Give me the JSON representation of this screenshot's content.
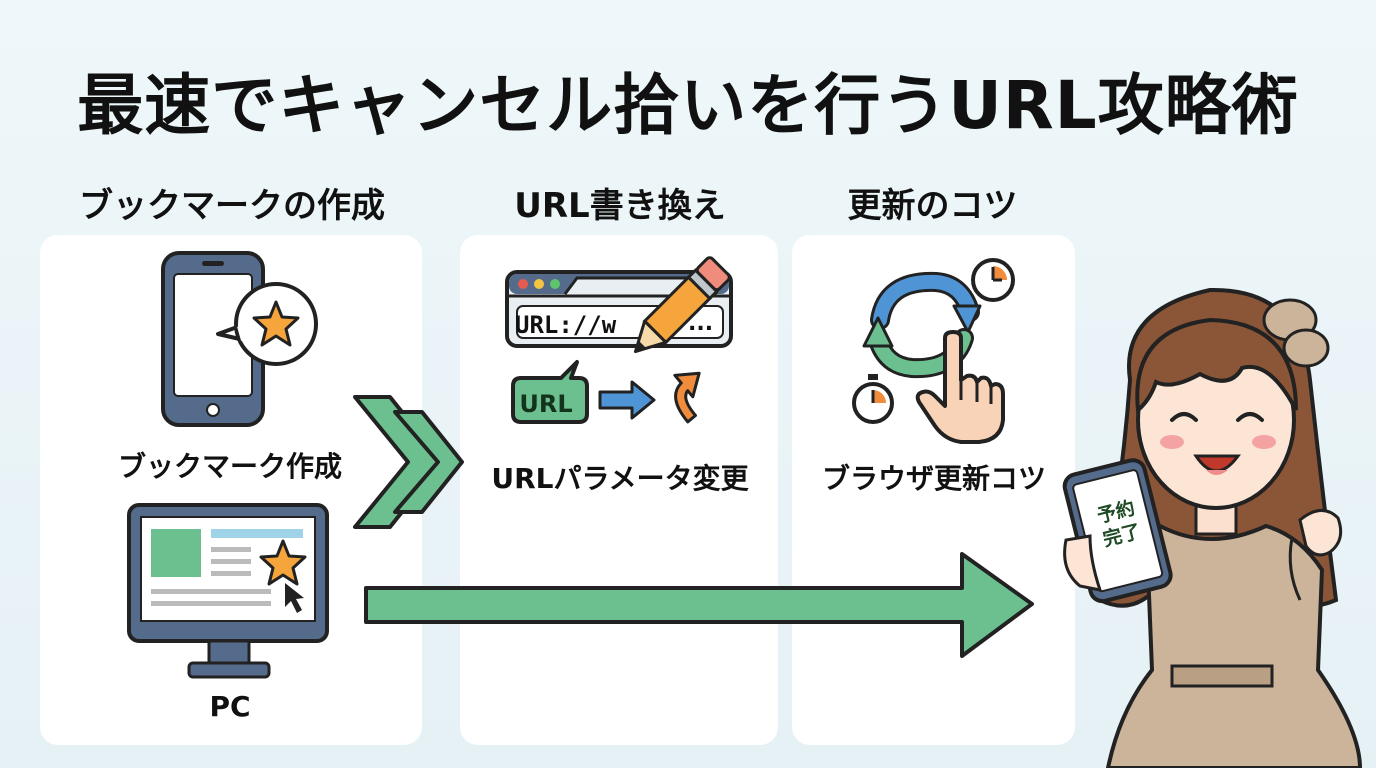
{
  "title": "最速でキャンセル拾いを行うURL攻略術",
  "sections": [
    {
      "heading": "ブックマークの作成",
      "captions": [
        "ブックマーク作成",
        "PC"
      ]
    },
    {
      "heading": "URL書き換え",
      "captions": [
        "URLパラメータ変更"
      ],
      "url_bar_text": "URL://w",
      "url_bar_ellipsis": "...",
      "url_bubble": "URL"
    },
    {
      "heading": "更新のコツ",
      "captions": [
        "ブラウザ更新コツ"
      ]
    }
  ],
  "phone_screen_text": [
    "予約",
    "完了"
  ],
  "colors": {
    "accent_green": "#6cc08f",
    "arrow_blue": "#4f95d6",
    "arrow_orange": "#f08c3c",
    "star": "#f5a53b",
    "device_frame": "#556b8c"
  }
}
